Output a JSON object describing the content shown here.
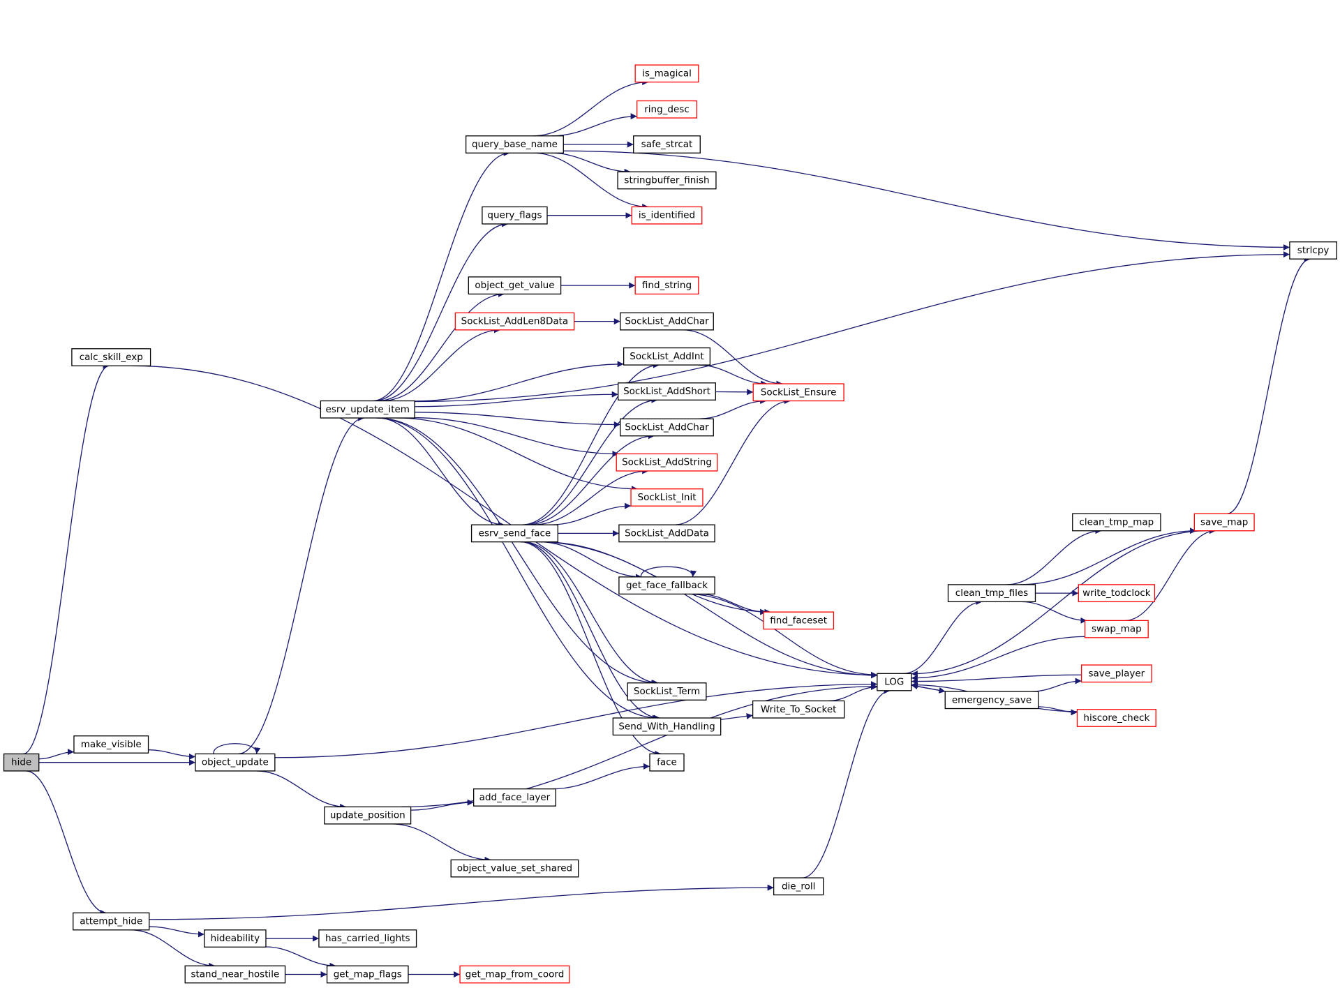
{
  "colors": {
    "edge": "#191970",
    "node_border": "#000000",
    "node_border_truncated": "#ff0000",
    "node_fill": "#ffffff",
    "root_fill": "#bfbfbf"
  },
  "nodes": [
    {
      "id": "hide",
      "label": "hide",
      "root": true
    },
    {
      "id": "calc_skill_exp",
      "label": "calc_skill_exp"
    },
    {
      "id": "make_visible",
      "label": "make_visible"
    },
    {
      "id": "attempt_hide",
      "label": "attempt_hide"
    },
    {
      "id": "object_update",
      "label": "object_update"
    },
    {
      "id": "esrv_update_item",
      "label": "esrv_update_item"
    },
    {
      "id": "update_position",
      "label": "update_position"
    },
    {
      "id": "hideability",
      "label": "hideability"
    },
    {
      "id": "stand_near_hostile",
      "label": "stand_near_hostile"
    },
    {
      "id": "query_base_name",
      "label": "query_base_name"
    },
    {
      "id": "query_flags",
      "label": "query_flags"
    },
    {
      "id": "object_get_value",
      "label": "object_get_value"
    },
    {
      "id": "SockList_AddLen8Data",
      "label": "SockList_AddLen8Data",
      "truncated": true
    },
    {
      "id": "esrv_send_face",
      "label": "esrv_send_face"
    },
    {
      "id": "add_face_layer",
      "label": "add_face_layer"
    },
    {
      "id": "object_value_set_shared",
      "label": "object_value_set_shared"
    },
    {
      "id": "has_carried_lights",
      "label": "has_carried_lights"
    },
    {
      "id": "get_map_flags",
      "label": "get_map_flags"
    },
    {
      "id": "get_map_from_coord",
      "label": "get_map_from_coord",
      "truncated": true
    },
    {
      "id": "is_magical",
      "label": "is_magical",
      "truncated": true
    },
    {
      "id": "ring_desc",
      "label": "ring_desc",
      "truncated": true
    },
    {
      "id": "safe_strcat",
      "label": "safe_strcat"
    },
    {
      "id": "stringbuffer_finish",
      "label": "stringbuffer_finish"
    },
    {
      "id": "is_identified",
      "label": "is_identified",
      "truncated": true
    },
    {
      "id": "find_string",
      "label": "find_string",
      "truncated": true
    },
    {
      "id": "SockList_AddChar_a",
      "label": "SockList_AddChar"
    },
    {
      "id": "SockList_AddInt",
      "label": "SockList_AddInt"
    },
    {
      "id": "SockList_AddShort",
      "label": "SockList_AddShort"
    },
    {
      "id": "SockList_AddChar_b",
      "label": "SockList_AddChar"
    },
    {
      "id": "SockList_AddString",
      "label": "SockList_AddString",
      "truncated": true
    },
    {
      "id": "SockList_Init",
      "label": "SockList_Init",
      "truncated": true
    },
    {
      "id": "SockList_AddData",
      "label": "SockList_AddData"
    },
    {
      "id": "get_face_fallback",
      "label": "get_face_fallback"
    },
    {
      "id": "SockList_Term",
      "label": "SockList_Term"
    },
    {
      "id": "Send_With_Handling",
      "label": "Send_With_Handling"
    },
    {
      "id": "face",
      "label": "face"
    },
    {
      "id": "SockList_Ensure",
      "label": "SockList_Ensure",
      "truncated": true
    },
    {
      "id": "find_faceset",
      "label": "find_faceset",
      "truncated": true
    },
    {
      "id": "Write_To_Socket",
      "label": "Write_To_Socket"
    },
    {
      "id": "die_roll",
      "label": "die_roll"
    },
    {
      "id": "LOG",
      "label": "LOG"
    },
    {
      "id": "clean_tmp_files",
      "label": "clean_tmp_files"
    },
    {
      "id": "emergency_save",
      "label": "emergency_save"
    },
    {
      "id": "clean_tmp_map",
      "label": "clean_tmp_map"
    },
    {
      "id": "write_todclock",
      "label": "write_todclock",
      "truncated": true
    },
    {
      "id": "swap_map",
      "label": "swap_map",
      "truncated": true
    },
    {
      "id": "save_player",
      "label": "save_player",
      "truncated": true
    },
    {
      "id": "hiscore_check",
      "label": "hiscore_check",
      "truncated": true
    },
    {
      "id": "save_map",
      "label": "save_map",
      "truncated": true
    },
    {
      "id": "strlcpy",
      "label": "strlcpy"
    }
  ],
  "edges": [
    [
      "hide",
      "calc_skill_exp"
    ],
    [
      "hide",
      "make_visible"
    ],
    [
      "hide",
      "object_update"
    ],
    [
      "hide",
      "attempt_hide"
    ],
    [
      "calc_skill_exp",
      "LOG"
    ],
    [
      "make_visible",
      "object_update"
    ],
    [
      "object_update",
      "object_update"
    ],
    [
      "object_update",
      "esrv_update_item"
    ],
    [
      "object_update",
      "LOG"
    ],
    [
      "object_update",
      "update_position"
    ],
    [
      "esrv_update_item",
      "query_base_name"
    ],
    [
      "esrv_update_item",
      "query_flags"
    ],
    [
      "esrv_update_item",
      "strlcpy"
    ],
    [
      "esrv_update_item",
      "object_get_value"
    ],
    [
      "esrv_update_item",
      "SockList_AddLen8Data"
    ],
    [
      "esrv_update_item",
      "SockList_AddInt"
    ],
    [
      "esrv_update_item",
      "SockList_AddShort"
    ],
    [
      "esrv_update_item",
      "SockList_AddChar_b"
    ],
    [
      "esrv_update_item",
      "SockList_AddString"
    ],
    [
      "esrv_update_item",
      "SockList_Init"
    ],
    [
      "esrv_update_item",
      "esrv_send_face"
    ],
    [
      "esrv_update_item",
      "SockList_Term"
    ],
    [
      "esrv_update_item",
      "Send_With_Handling"
    ],
    [
      "query_base_name",
      "is_magical"
    ],
    [
      "query_base_name",
      "ring_desc"
    ],
    [
      "query_base_name",
      "safe_strcat"
    ],
    [
      "query_base_name",
      "stringbuffer_finish"
    ],
    [
      "query_base_name",
      "is_identified"
    ],
    [
      "query_base_name",
      "strlcpy"
    ],
    [
      "query_flags",
      "is_identified"
    ],
    [
      "object_get_value",
      "find_string"
    ],
    [
      "SockList_AddLen8Data",
      "SockList_AddChar_a"
    ],
    [
      "SockList_AddChar_a",
      "SockList_Ensure"
    ],
    [
      "SockList_AddInt",
      "SockList_Ensure"
    ],
    [
      "SockList_AddShort",
      "SockList_Ensure"
    ],
    [
      "SockList_AddChar_b",
      "SockList_Ensure"
    ],
    [
      "SockList_AddData",
      "SockList_Ensure"
    ],
    [
      "esrv_send_face",
      "SockList_AddInt"
    ],
    [
      "esrv_send_face",
      "SockList_AddShort"
    ],
    [
      "esrv_send_face",
      "SockList_AddChar_b"
    ],
    [
      "esrv_send_face",
      "SockList_AddString"
    ],
    [
      "esrv_send_face",
      "SockList_Init"
    ],
    [
      "esrv_send_face",
      "SockList_AddData"
    ],
    [
      "esrv_send_face",
      "get_face_fallback"
    ],
    [
      "esrv_send_face",
      "find_faceset"
    ],
    [
      "esrv_send_face",
      "SockList_Term"
    ],
    [
      "esrv_send_face",
      "Send_With_Handling"
    ],
    [
      "esrv_send_face",
      "face"
    ],
    [
      "esrv_send_face",
      "LOG"
    ],
    [
      "get_face_fallback",
      "get_face_fallback"
    ],
    [
      "get_face_fallback",
      "find_faceset"
    ],
    [
      "get_face_fallback",
      "LOG"
    ],
    [
      "Send_With_Handling",
      "Write_To_Socket"
    ],
    [
      "Write_To_Socket",
      "LOG"
    ],
    [
      "update_position",
      "add_face_layer"
    ],
    [
      "update_position",
      "LOG"
    ],
    [
      "update_position",
      "object_value_set_shared"
    ],
    [
      "add_face_layer",
      "face"
    ],
    [
      "attempt_hide",
      "die_roll"
    ],
    [
      "attempt_hide",
      "hideability"
    ],
    [
      "attempt_hide",
      "stand_near_hostile"
    ],
    [
      "hideability",
      "has_carried_lights"
    ],
    [
      "hideability",
      "get_map_flags"
    ],
    [
      "stand_near_hostile",
      "get_map_flags"
    ],
    [
      "get_map_flags",
      "get_map_from_coord"
    ],
    [
      "die_roll",
      "LOG"
    ],
    [
      "LOG",
      "clean_tmp_files"
    ],
    [
      "LOG",
      "emergency_save"
    ],
    [
      "clean_tmp_files",
      "clean_tmp_map"
    ],
    [
      "clean_tmp_files",
      "save_map"
    ],
    [
      "clean_tmp_files",
      "write_todclock"
    ],
    [
      "clean_tmp_files",
      "swap_map"
    ],
    [
      "emergency_save",
      "save_player"
    ],
    [
      "emergency_save",
      "hiscore_check"
    ],
    [
      "emergency_save",
      "LOG"
    ],
    [
      "swap_map",
      "save_map"
    ],
    [
      "swap_map",
      "LOG"
    ],
    [
      "save_player",
      "LOG"
    ],
    [
      "hiscore_check",
      "LOG"
    ],
    [
      "save_map",
      "LOG"
    ],
    [
      "save_map",
      "strlcpy"
    ]
  ]
}
